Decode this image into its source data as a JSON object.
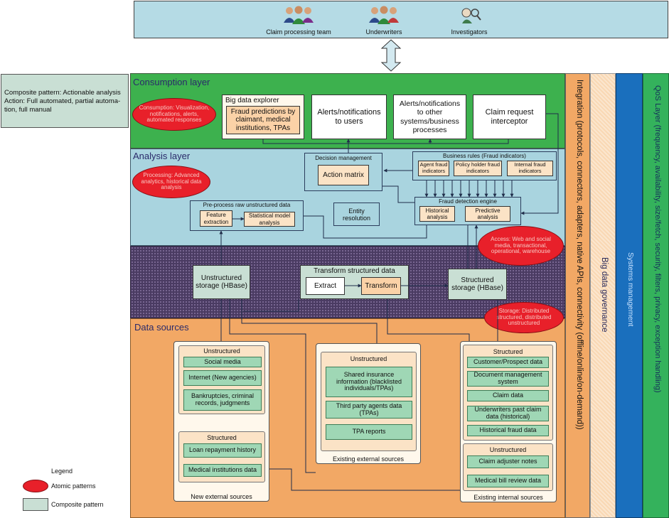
{
  "users": [
    {
      "label": "Claim processing team",
      "icon": "people-group-icon"
    },
    {
      "label": "Underwriters",
      "icon": "people-group-icon"
    },
    {
      "label": "Investigators",
      "icon": "investigator-icon"
    }
  ],
  "composite_note": {
    "line1": "Composite pattern: Actionable analysis",
    "line2": "Action: Full automated, partial automa-",
    "line3": "tion, full manual"
  },
  "consumption": {
    "title": "Consumption layer",
    "oval": "Consumption: Visualization, notifications, alerts, automated responses",
    "explorer_title": "Big data explorer",
    "explorer_box": "Fraud predictions by claimant, medical institutions, TPAs",
    "alerts_users": "Alerts/notifications to users",
    "alerts_other": "Alerts/notifications to other systems/business processes",
    "claim_interceptor": "Claim request interceptor"
  },
  "analysis": {
    "title": "Analysis layer",
    "oval": "Processing: Advanced analytics, historical data analysis",
    "decision_title": "Decision management",
    "action_matrix": "Action matrix",
    "rules_title": "Business rules (Fraud indicators)",
    "agent_fraud": "Agent fraud indicators",
    "policy_holder": "Policy holder fraud indicators",
    "internal_fraud": "Internal fraud indicators",
    "engine_title": "Fraud detection engine",
    "historical": "Historical analysis",
    "predictive": "Predictive analysis",
    "preprocess_title": "Pre-process raw unstructured data",
    "feature": "Feature extraction",
    "statistical": "Statistical model analysis",
    "entity": "Entity resolution"
  },
  "storage": {
    "access_oval": "Access: Web and social media, transactional, operational, warehouse",
    "unstructured_storage": "Unstructured storage (HBase)",
    "transform_title": "Transform structured data",
    "extract": "Extract",
    "transform": "Transform",
    "structured_storage": "Structured storage (HBase)",
    "storage_oval": "Storage: Distributed structured, distributed unstructured"
  },
  "data_sources": {
    "title": "Data sources",
    "new_external": {
      "unstructured_title": "Unstructured",
      "unstructured_items": [
        "Social media",
        "Internet (New agencies)",
        "Bankruptcies, criminal records, judgments"
      ],
      "structured_title": "Structured",
      "structured_items": [
        "Loan repayment history",
        "Medical institutions data"
      ],
      "footer": "New external sources"
    },
    "existing_external": {
      "unstructured_title": "Unstructured",
      "items": [
        "Shared insurance information (blacklisted individuals/TPAs)",
        "Third party agents data (TPAs)",
        "TPA reports"
      ],
      "footer": "Existing external sources"
    },
    "existing_internal": {
      "structured_title": "Structured",
      "structured_items": [
        "Customer/Prospect data",
        "Document management system",
        "Claim data",
        "Underwriters past claim data (historical)",
        "Historical fraud data"
      ],
      "unstructured_title": "Unstructured",
      "unstructured_items": [
        "Claim adjuster notes",
        "Medical bill review data"
      ],
      "footer": "Existing internal sources"
    }
  },
  "vertical": {
    "integration": "Integration (protocols, connectors, adapters, native APIs, connectivity (offline/online/on-demand))",
    "governance": "Big data governance",
    "systems": "Systems management",
    "qos": "QoS Layer (frequency, availability, size/fetch, security, filters, privacy, exception handling)"
  },
  "legend": {
    "title": "Legend",
    "atomic": "Atomic patterns",
    "composite": "Composite pattern"
  },
  "colors": {
    "consumption": "#3db14e",
    "analysis": "#a9d4df",
    "storage": "#4a3b62",
    "sources": "#f2a865",
    "atomic": "#e8202a",
    "composite": "#c9dfd4",
    "systems": "#1a6fbd",
    "qos": "#34b25c"
  }
}
